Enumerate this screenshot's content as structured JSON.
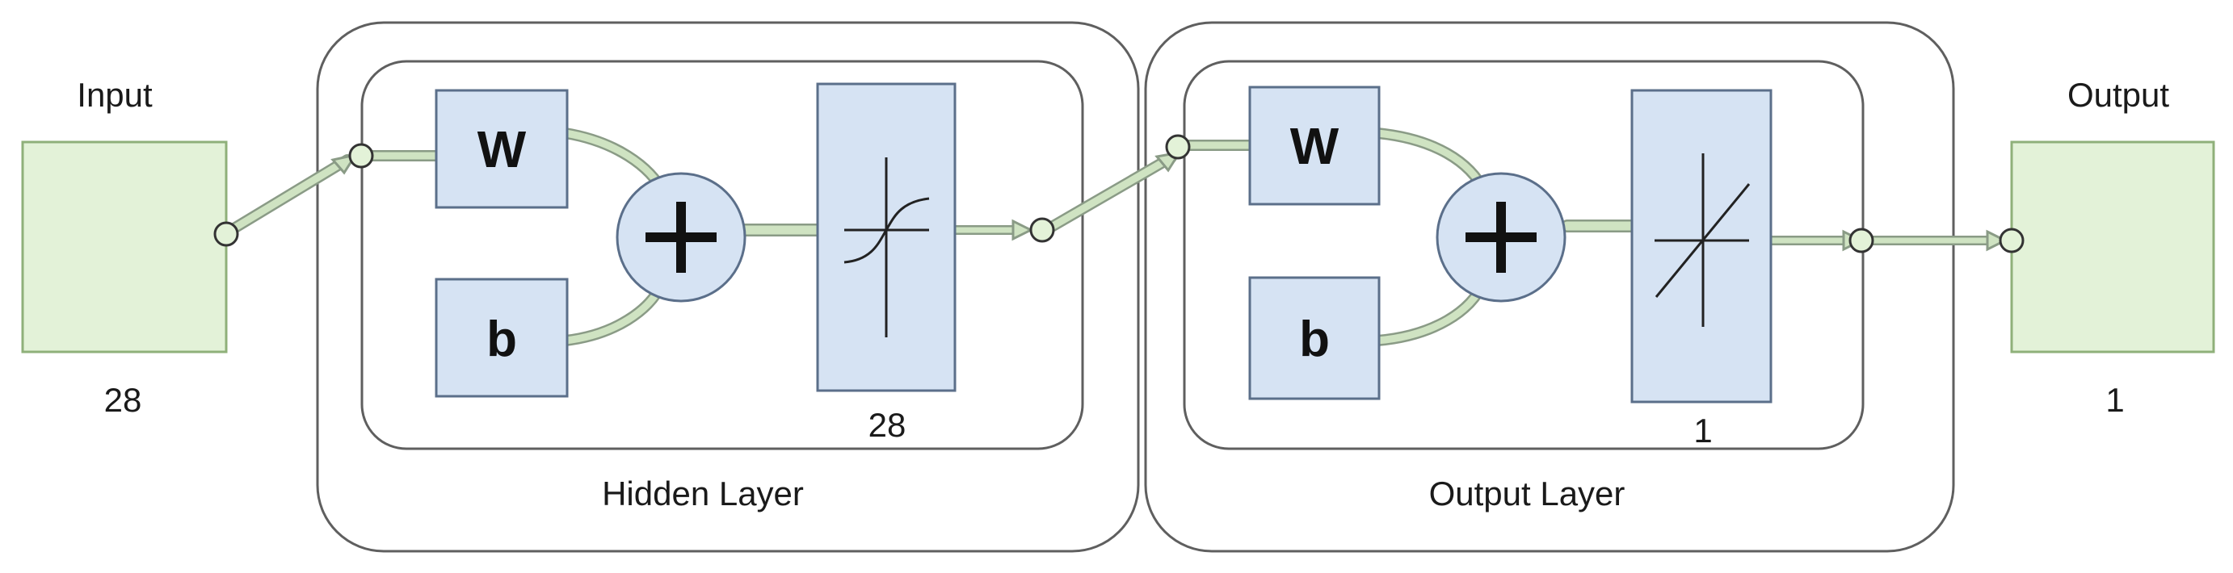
{
  "input": {
    "title": "Input",
    "size": "28"
  },
  "hidden_layer": {
    "label": "Hidden Layer",
    "weight_label": "W",
    "bias_label": "b",
    "sum_symbol": "+",
    "transfer": "tansig-curve",
    "size": "28"
  },
  "output_layer": {
    "label": "Output Layer",
    "weight_label": "W",
    "bias_label": "b",
    "sum_symbol": "+",
    "transfer": "linear-line",
    "size": "1"
  },
  "output": {
    "title": "Output",
    "size": "1"
  },
  "colors": {
    "io_fill": "#e3f2d8",
    "io_stroke": "#8fb07a",
    "block_fill": "#d6e3f3",
    "block_stroke": "#5b6f8a",
    "frame_stroke": "#5f5f5f",
    "connector": "#cfe3c2"
  }
}
